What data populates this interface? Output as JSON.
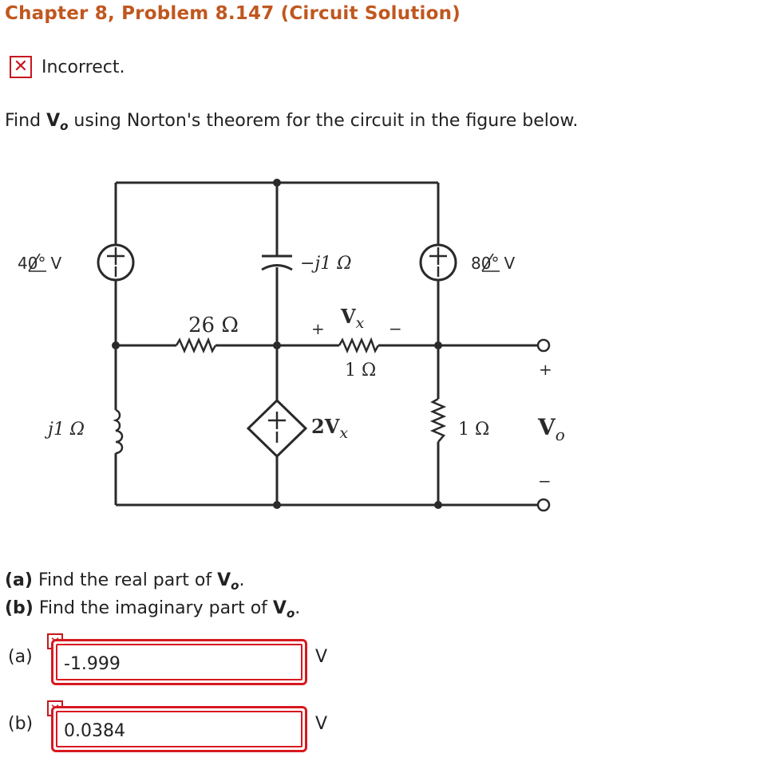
{
  "header": {
    "title": "Chapter 8, Problem 8.147 (Circuit Solution)"
  },
  "status": {
    "mark": "✕",
    "text": "Incorrect."
  },
  "prompt": {
    "before": "Find ",
    "var": "V",
    "sub": "o",
    "after": " using Norton's theorem for the circuit in the figure below."
  },
  "circuit": {
    "source_left": "4",
    "source_left_angle": "0°",
    "source_left_unit": "V",
    "source_right": "8",
    "source_right_angle": "0°",
    "source_right_unit": "V",
    "cap_label": "−j1 Ω",
    "r26_label": "26 Ω",
    "vx_plus": "+",
    "vx_minus": "−",
    "vx_var": "V",
    "vx_sub": "x",
    "r1_label": "1 Ω",
    "ind_label": "j1 Ω",
    "dep_gain": "2V",
    "dep_sub": "x",
    "r1b_label": "1 Ω",
    "vo_var": "V",
    "vo_sub": "o",
    "vo_plus": "+",
    "vo_minus": "−"
  },
  "parts": {
    "a_tag": "(a)",
    "a_text": " Find the real part of ",
    "b_tag": "(b)",
    "b_text": " Find the imaginary part of ",
    "var": "V",
    "sub": "o",
    "end": "."
  },
  "answers": [
    {
      "label": "(a)",
      "value": "-1.999",
      "unit": "V",
      "mark": "✕"
    },
    {
      "label": "(b)",
      "value": "0.0384",
      "unit": "V",
      "mark": "✕"
    }
  ]
}
